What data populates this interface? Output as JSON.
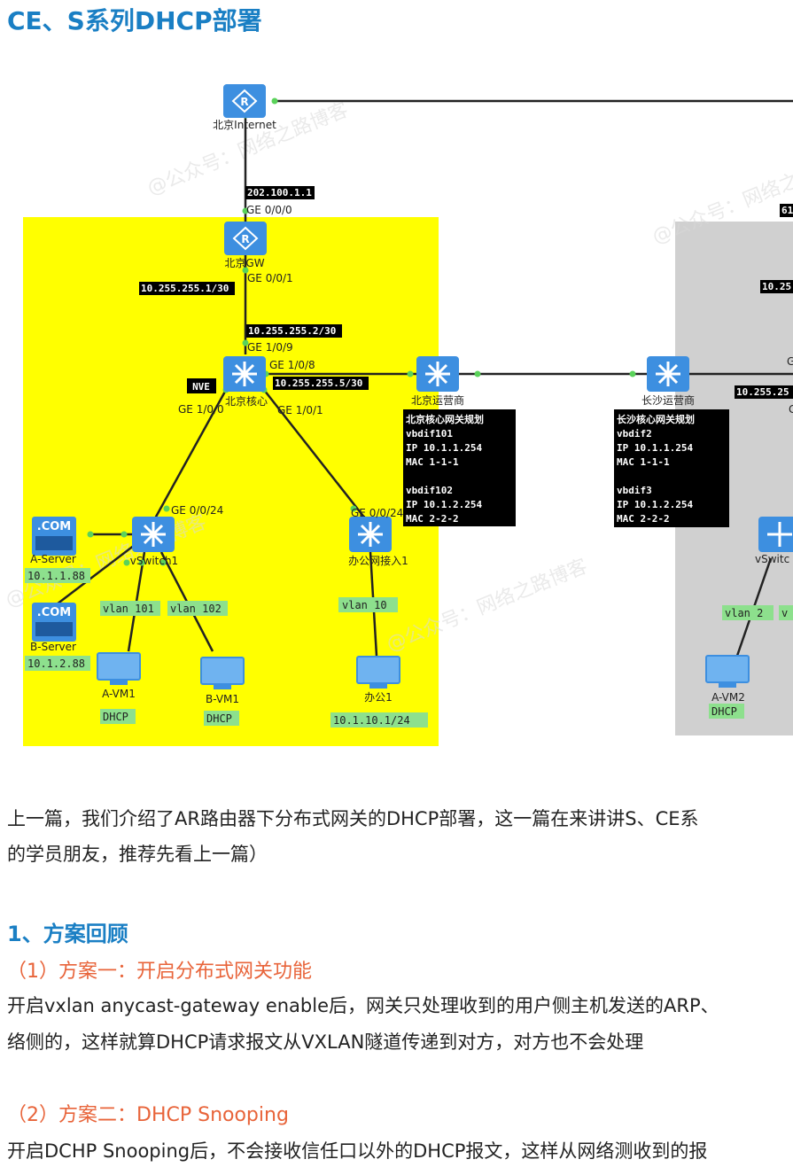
{
  "title": "CE、S系列DHCP部署",
  "diagram": {
    "watermark": "@公众号：网络之路博客",
    "devices": {
      "bj_internet": "北京Internet",
      "bj_gw": "北京GW",
      "bj_core": "北京核心",
      "bj_op": "北京运营商",
      "cs_op": "长沙运营商",
      "vswitch1": "vSwitch1",
      "office_access": "办公网接入1",
      "a_server": "A-Server",
      "b_server": "B-Server",
      "a_vm1": "A-VM1",
      "b_vm1": "B-VM1",
      "office1": "办公1",
      "a_vm2": "A-VM2",
      "vswitch_right": "vSwitc"
    },
    "com_badge": ".COM",
    "nve": "NVE",
    "ports": {
      "p202": "202.100.1.1",
      "ge000": "GE 0/0/0",
      "ge001": "GE 0/0/1",
      "ip_gw": "10.255.255.1/30",
      "ip_core": "10.255.255.2/30",
      "ge109": "GE 1/0/9",
      "ge108": "GE 1/0/8",
      "ip_p5": "10.255.255.5/30",
      "ge100": "GE 1/0/0",
      "ge101": "GE 1/0/1",
      "ge0024a": "GE 0/0/24",
      "ge0024b": "GE 0/0/24",
      "r_ip1": "10.25",
      "r_ip2": "10.255.25",
      "r_g1": "G",
      "r_g2": "G",
      "r_num": "61"
    },
    "green": {
      "a_server_ip": "10.1.1.88",
      "b_server_ip": "10.1.2.88",
      "vlan101": "vlan 101",
      "vlan102": "vlan 102",
      "vlan10": "vlan 10",
      "dhcp1": "DHCP",
      "dhcp2": "DHCP",
      "office_ip": "10.1.10.1/24",
      "vlan2": "vlan 2",
      "dhcp3": "DHCP",
      "v_cut": "v"
    },
    "bj_plan": [
      "北京核心网关规划",
      "vbdif101",
      "IP 10.1.1.254",
      "MAC 1-1-1",
      "",
      "vbdif102",
      "IP 10.1.2.254",
      "MAC 2-2-2"
    ],
    "cs_plan": [
      "长沙核心网关规划",
      "vbdif2",
      "IP 10.1.1.254",
      "MAC 1-1-1",
      "",
      "vbdif3",
      "IP 10.1.2.254",
      "MAC 2-2-2"
    ]
  },
  "paragraphs": {
    "p1_line1": "上一篇，我们介绍了AR路由器下分布式网关的DHCP部署，这一篇在来讲讲S、CE系",
    "p1_line2": "的学员朋友，推荐先看上一篇）",
    "h_review": "1、方案回顾",
    "h_plan1": "（1）方案一：开启分布式网关功能",
    "plan1_line1": "开启vxlan anycast-gateway enable后，网关只处理收到的用户侧主机发送的ARP、",
    "plan1_line2": "络侧的，这样就算DHCP请求报文从VXLAN隧道传递到对方，对方也不会处理",
    "h_plan2": "（2）方案二：DHCP Snooping",
    "plan2_line1": "开启DCHP Snooping后，不会接收信任口以外的DHCP报文，这样从网络测收到的报"
  },
  "colors": {
    "title": "#1a7fc4",
    "subheading": "#e8643a",
    "zone_left": "#ffff00",
    "zone_right": "#d0d0d0",
    "device": "#3d8fe0",
    "tag_green": "#8de08d"
  }
}
